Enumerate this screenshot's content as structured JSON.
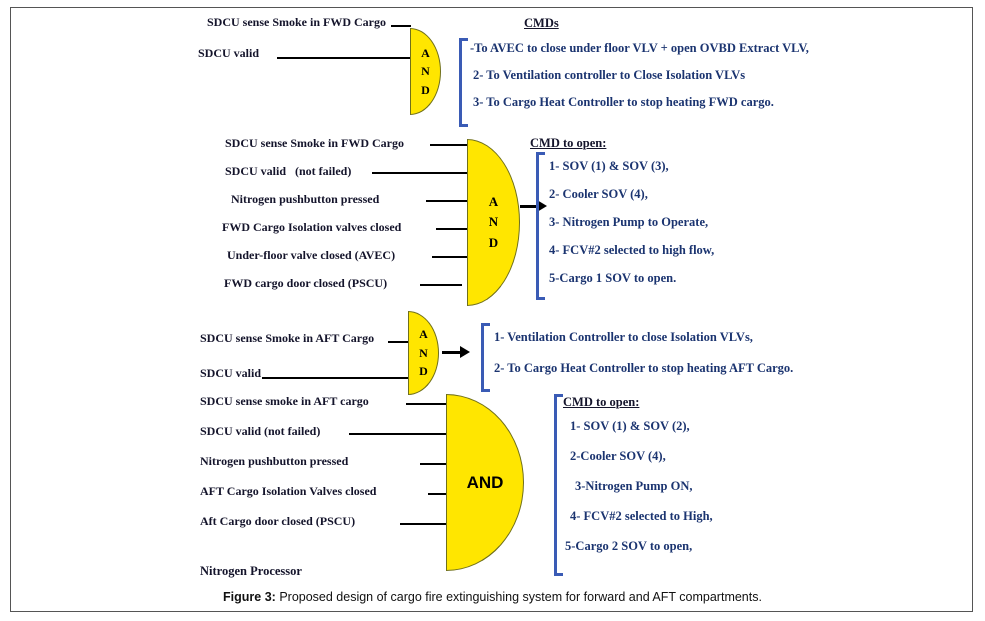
{
  "colors": {
    "gate_fill": "#ffe600",
    "gate_border": "#70701a",
    "bracket_blue": "#3a5bb5",
    "output_text": "#1b3470",
    "input_text": "#14142b"
  },
  "blocks": [
    {
      "name": "fwd-cargo-alert",
      "gate": "AND",
      "inputs": [
        "SDCU sense Smoke in FWD Cargo",
        "SDCU valid"
      ],
      "header": "CMDs",
      "outputs": [
        "-To AVEC to close under floor VLV + open OVBD Extract VLV,",
        "2- To Ventilation controller to Close Isolation VLVs",
        "3- To Cargo Heat Controller to stop heating FWD cargo."
      ]
    },
    {
      "name": "fwd-cargo-extinguish",
      "gate": "AND",
      "inputs": [
        "SDCU sense Smoke in FWD Cargo",
        "SDCU valid   (not failed)",
        "Nitrogen pushbutton pressed",
        "FWD Cargo Isolation valves closed",
        "Under-floor valve closed (AVEC)",
        "FWD cargo door closed (PSCU)"
      ],
      "header": "CMD to open:",
      "outputs": [
        "1- SOV (1) & SOV (3),",
        "2- Cooler SOV (4),",
        "3- Nitrogen Pump to Operate,",
        "4- FCV#2 selected to high flow,",
        "5-Cargo 1 SOV to open."
      ]
    },
    {
      "name": "aft-cargo-alert",
      "gate": "AND",
      "inputs": [
        "SDCU sense Smoke in AFT Cargo",
        "SDCU valid"
      ],
      "outputs": [
        "1- Ventilation Controller to close Isolation VLVs,",
        "2- To Cargo Heat Controller to stop heating AFT Cargo."
      ]
    },
    {
      "name": "aft-cargo-extinguish",
      "gate": "AND",
      "inputs": [
        "SDCU sense smoke in AFT cargo",
        "SDCU valid (not failed)",
        "Nitrogen pushbutton pressed",
        "AFT Cargo Isolation Valves closed",
        "Aft Cargo door closed (PSCU)"
      ],
      "header": "CMD to open:",
      "outputs": [
        "1- SOV (1) & SOV (2),",
        "2-Cooler SOV (4),",
        "3-Nitrogen Pump ON,",
        "4- FCV#2 selected to High,",
        "5-Cargo 2 SOV to open,"
      ]
    }
  ],
  "footer_label": "Nitrogen Processor",
  "caption": {
    "label": "Figure 3:",
    "text": "Proposed design of cargo fire extinguishing system for forward and AFT compartments."
  }
}
